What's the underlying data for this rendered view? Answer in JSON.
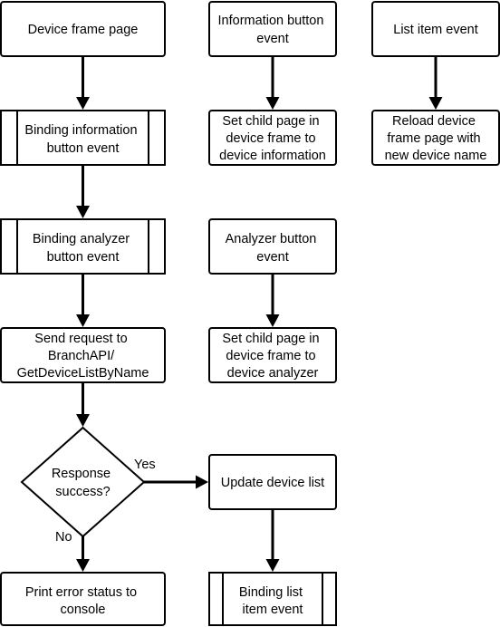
{
  "nodes": {
    "device_frame_page": [
      "Device frame page"
    ],
    "binding_information": [
      "Binding information",
      "button event"
    ],
    "binding_analyzer": [
      "Binding analyzer",
      "button event"
    ],
    "send_request": [
      "Send request to",
      "BranchAPI/",
      "GetDeviceListByName"
    ],
    "response_success": [
      "Response",
      "success?"
    ],
    "print_error": [
      "Print error status to",
      "console"
    ],
    "information_button_event": [
      "Information button",
      "event"
    ],
    "set_child_info": [
      "Set child page in",
      "device frame to",
      "device information"
    ],
    "analyzer_button_event": [
      "Analyzer button",
      "event"
    ],
    "set_child_analyzer": [
      "Set child page in",
      "device frame to",
      "device analyzer"
    ],
    "update_device_list": [
      "Update device list"
    ],
    "binding_list_item": [
      "Binding list",
      "item event"
    ],
    "list_item_event": [
      "List item event"
    ],
    "reload_device_frame": [
      "Reload device",
      "frame page with",
      "new device name"
    ]
  },
  "edge_labels": {
    "yes": "Yes",
    "no": "No"
  }
}
